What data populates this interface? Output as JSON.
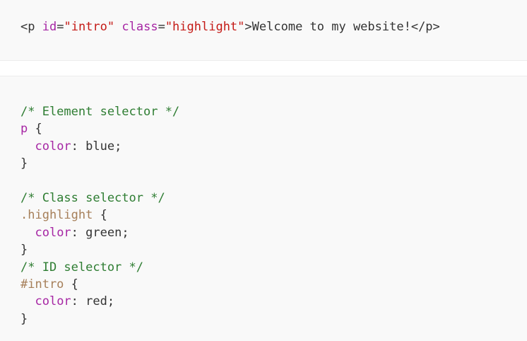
{
  "html_snippet": {
    "open_tag_start": "<p",
    "id_attr": "id",
    "eq1": "=",
    "id_value": "\"intro\"",
    "class_attr": "class",
    "eq2": "=",
    "class_value": "\"highlight\"",
    "open_tag_end": ">",
    "content": "Welcome to my website!",
    "close_tag": "</p>"
  },
  "css_snippet": {
    "rule1": {
      "comment": "/* Element selector */",
      "selector": "p",
      "open_brace": " {",
      "property": "color",
      "value": ": blue;",
      "close_brace": "}"
    },
    "rule2": {
      "comment": "/* Class selector */",
      "selector": ".highlight",
      "open_brace": " {",
      "property": "color",
      "value": ": green;",
      "close_brace": "}"
    },
    "rule3": {
      "comment": "/* ID selector */",
      "selector": "#intro",
      "open_brace": " {",
      "property": "color",
      "value": ": red;",
      "close_brace": "}"
    }
  },
  "colors": {
    "block_background": "#f9f9f9",
    "comment": "#2e7d32",
    "keyword": "#a626a4",
    "string": "#c41a16",
    "selector": "#a67f59"
  }
}
